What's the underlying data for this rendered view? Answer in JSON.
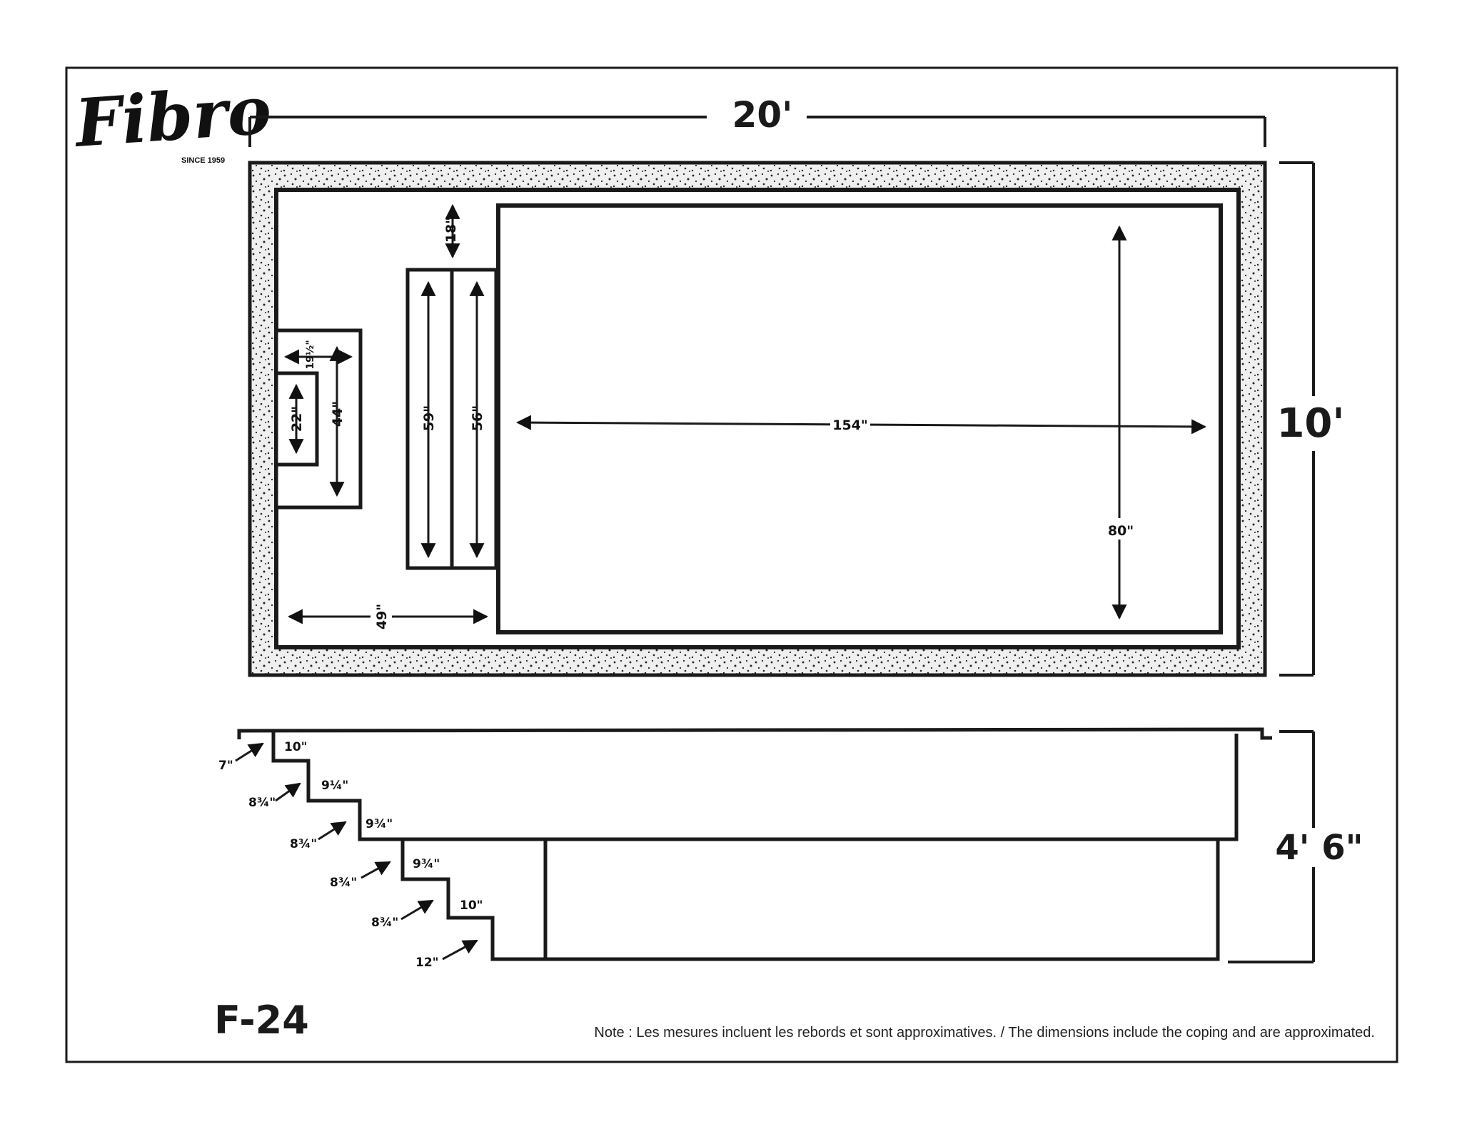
{
  "brand": {
    "logo_text": "Fibro",
    "tagline": "SINCE 1959"
  },
  "model": "F-24",
  "overall": {
    "length": "20'",
    "width": "10'",
    "depth": "4' 6\""
  },
  "plan_dimensions": {
    "step_top": "18\"",
    "bench_outer": "19½\"",
    "bench_inner": "22\"",
    "bench_height": "44\"",
    "step_long_1": "59\"",
    "step_long_2": "56\"",
    "shallow_width": "49\"",
    "pool_length": "154\"",
    "pool_width": "80\""
  },
  "section_dimensions": {
    "coping_offset": "7\"",
    "tread_1": "10\"",
    "riser_1": "8¾\"",
    "tread_2": "9¼\"",
    "riser_2": "8¾\"",
    "tread_3": "9¾\"",
    "riser_3": "8¾\"",
    "tread_4": "9¾\"",
    "riser_4": "8¾\"",
    "tread_5": "10\"",
    "riser_5": "12\""
  },
  "note": "Note : Les mesures incluent les rebords et sont approximatives. / The dimensions include the coping and are approximated.",
  "colors": {
    "line": "#1a1a1a",
    "coping_fill": "#ececec",
    "background": "#ffffff"
  }
}
